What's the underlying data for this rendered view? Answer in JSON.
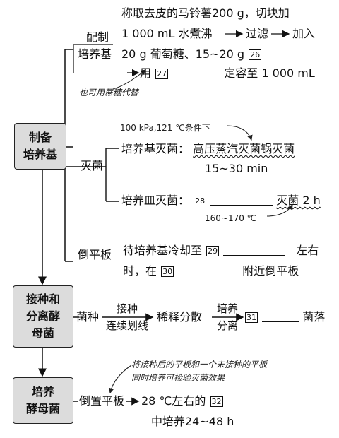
{
  "boxes": {
    "prepare": [
      "制备",
      "培养基"
    ],
    "inoculate": [
      "接种和",
      "分离酵",
      "母菌"
    ],
    "culture": [
      "培养",
      "酵母菌"
    ]
  },
  "prep_medium": {
    "label": "配制",
    "label2": "培养基",
    "line1": "称取去皮的马铃薯200 g，切块加",
    "line2": "1 000 mL 水煮沸",
    "line2_mid": "过滤",
    "line2_end": "加入",
    "line3": "20 g 葡萄糖、15~20 g",
    "blank26": "26",
    "line4_pre": "用",
    "blank27": "27",
    "line4_end": "定容至 1 000 mL",
    "note": "也可用蔗糖代替"
  },
  "sterilize": {
    "label": "灭菌",
    "note_top": "100 kPa,121 ℃条件下",
    "medium_label": "培养基灭菌：",
    "medium_value": "高压蒸汽灭菌锅灭菌",
    "medium_time": "15~30 min",
    "dish_label": "培养皿灭菌：",
    "blank28": "28",
    "dish_value": "灭菌 2 h",
    "dish_temp": "160~170 ℃"
  },
  "pour": {
    "label": "倒平板",
    "line1": "待培养基冷却至",
    "blank29": "29",
    "line1_end": "左右",
    "line2_pre": "时，在",
    "blank30": "30",
    "line2_end": "附近倒平板"
  },
  "inoculation": {
    "start": "菌种",
    "arrow1_top": "接种",
    "arrow1_bottom": "连续划线",
    "mid": "稀释分散",
    "arrow2_top": "培养",
    "arrow2_bottom": "分离",
    "blank31": "31",
    "end": "菌落"
  },
  "culturing": {
    "note_line1": "将接种后的平板和一个未接种的平板",
    "note_line2": "同时培养可检验灭菌效果",
    "start": "倒置平板",
    "mid": "28 ℃左右的",
    "blank32": "32",
    "line2": "中培养24~48 h"
  }
}
